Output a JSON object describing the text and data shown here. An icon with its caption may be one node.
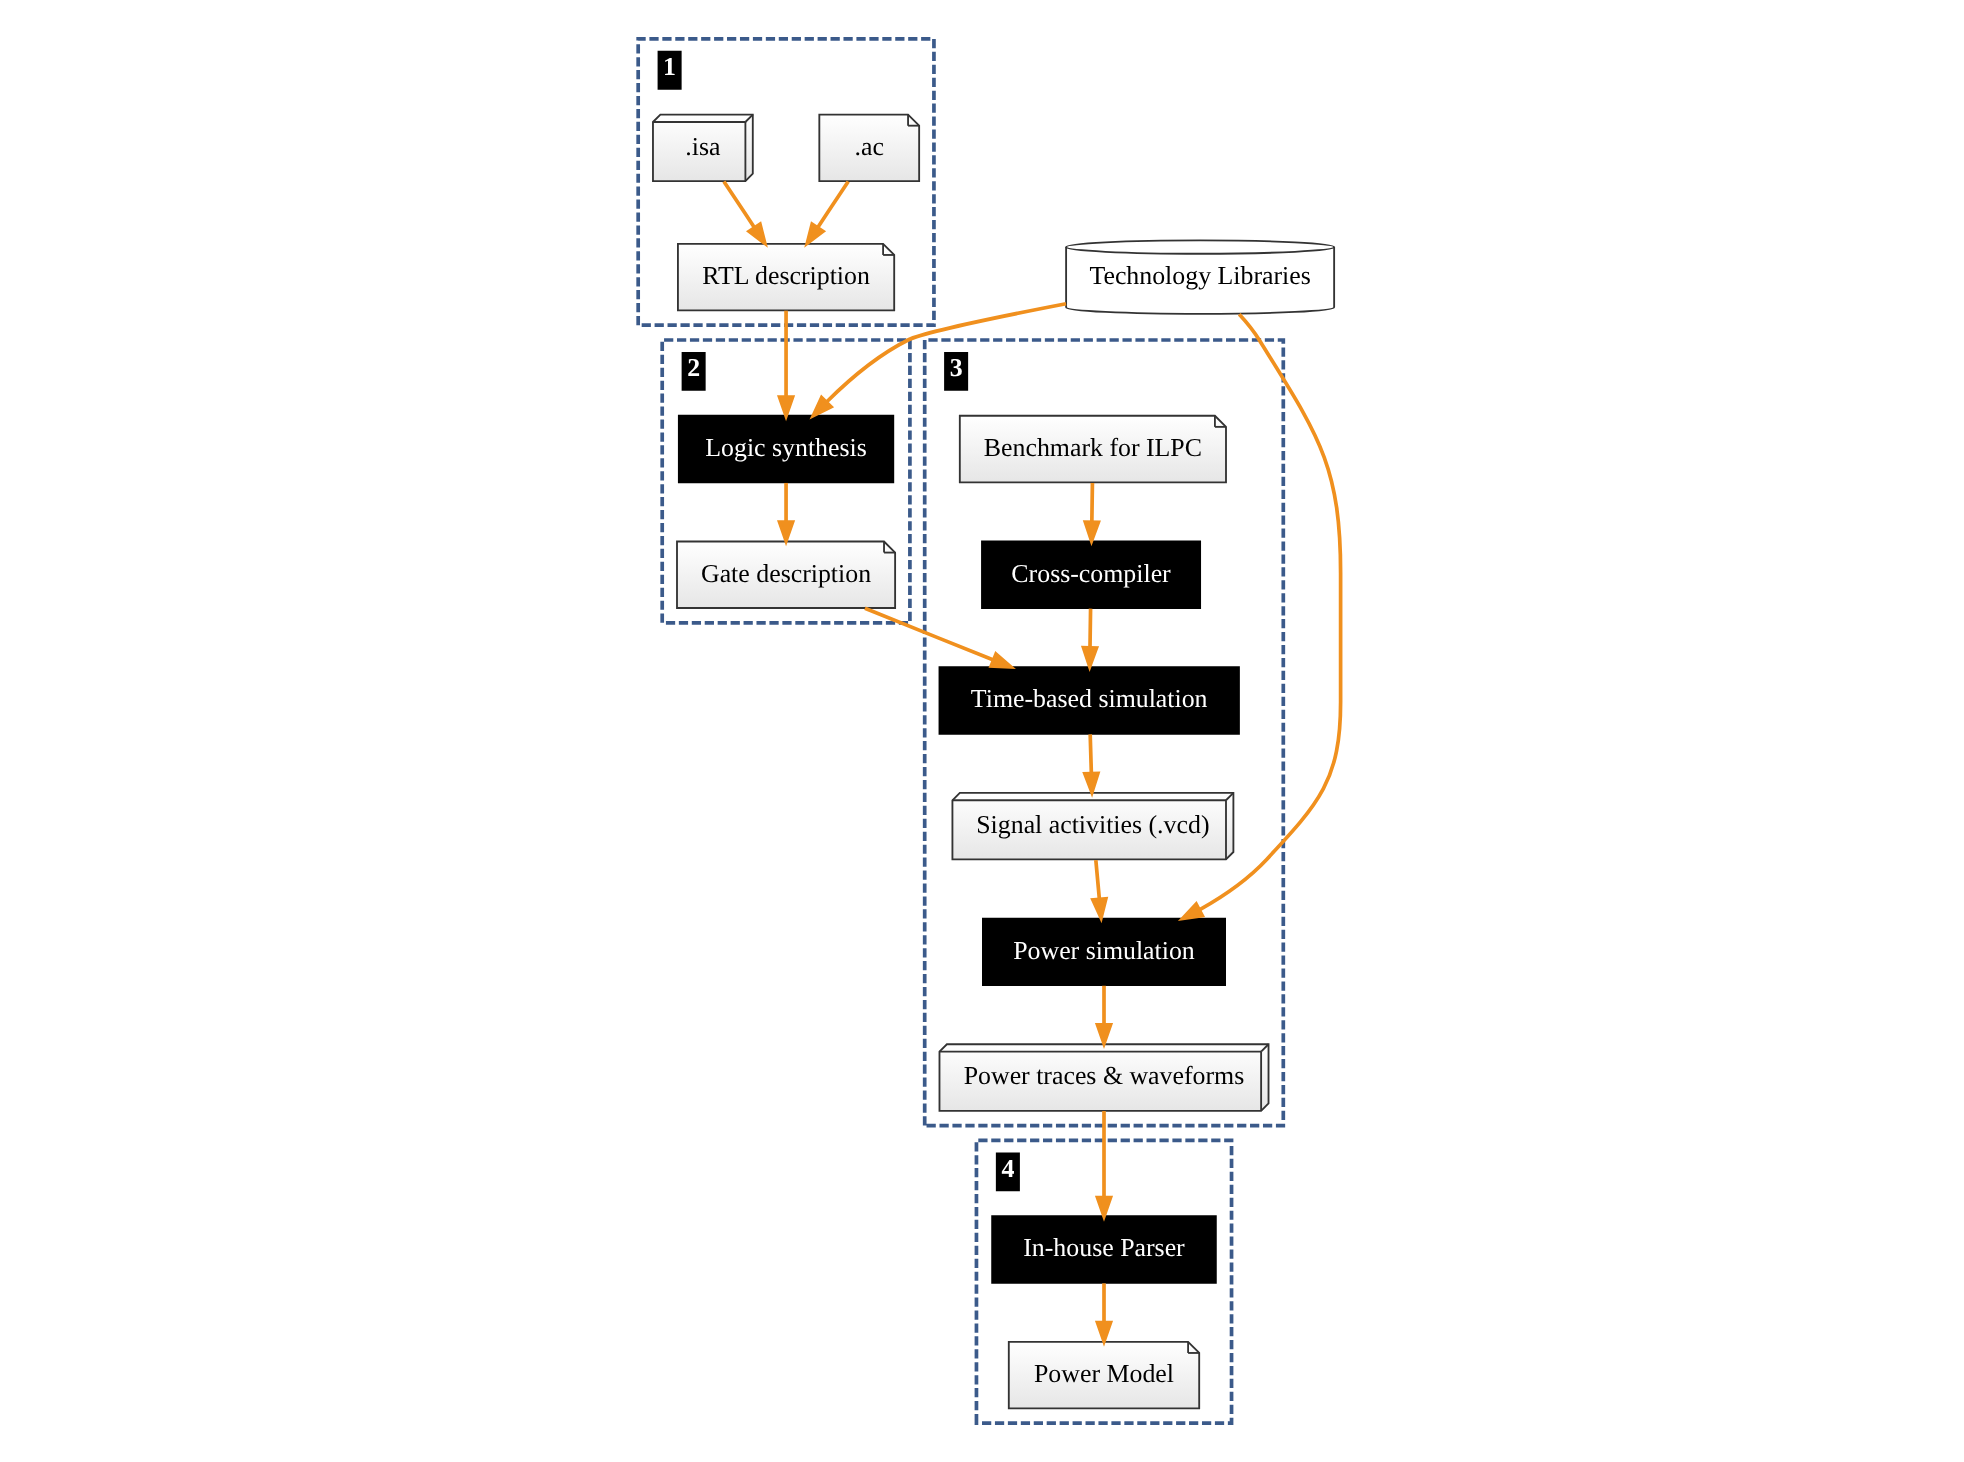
{
  "diagram": {
    "nodes": [
      {
        "text": [
          "1"
        ]
      },
      {
        "text": [
          ".ac"
        ],
        "in": 0
      },
      {
        "text": [
          ".isa"
        ],
        "in": 0
      },
      {
        "text": [
          "RTL description"
        ],
        "in": 0
      },
      {
        "text": [
          "2"
        ]
      },
      {
        "text": [
          "Logic synthesis"
        ],
        "in": 4
      },
      {
        "text": [
          "Gate description"
        ],
        "in": 4
      },
      {
        "text": [
          "Technology Libraries"
        ]
      },
      {
        "text": [
          "3"
        ]
      },
      {
        "text": [
          "Benchmark for ILPC"
        ],
        "in": 8
      },
      {
        "text": [
          "Cross-compiler"
        ],
        "in": 8
      },
      {
        "text": [
          "Time-based simulation"
        ],
        "in": 8
      },
      {
        "text": [
          "Signal activities (.vcd)"
        ],
        "in": 8
      },
      {
        "text": [
          "Power simulation"
        ],
        "in": 8
      },
      {
        "text": [
          "Power traces & waveforms"
        ],
        "in": 8
      },
      {
        "text": [
          "4"
        ]
      },
      {
        "text": [
          "Power Model"
        ],
        "in": 15
      },
      {
        "text": [
          "In-house Parser"
        ],
        "in": 15
      }
    ],
    "edges": [
      {
        "from": 1,
        "to": 3,
        "arrow": "to"
      },
      {
        "from": 2,
        "to": 3,
        "arrow": "to"
      },
      {
        "from": 3,
        "to": 5,
        "arrow": "to"
      },
      {
        "from": 7,
        "to": 5,
        "arrow": "to"
      },
      {
        "from": 5,
        "to": 6,
        "arrow": "to"
      },
      {
        "from": 6,
        "to": 11,
        "arrow": "to"
      },
      {
        "from": 9,
        "to": 10,
        "arrow": "to"
      },
      {
        "from": 10,
        "to": 11,
        "arrow": "to"
      },
      {
        "from": 11,
        "to": 12,
        "arrow": "to"
      },
      {
        "from": 12,
        "to": 13,
        "arrow": "to"
      },
      {
        "from": 7,
        "to": 13,
        "arrow": "to"
      },
      {
        "from": 13,
        "to": 14,
        "arrow": "to"
      },
      {
        "from": 14,
        "to": 17,
        "arrow": "to"
      },
      {
        "from": 17,
        "to": 16,
        "arrow": "to"
      }
    ]
  }
}
